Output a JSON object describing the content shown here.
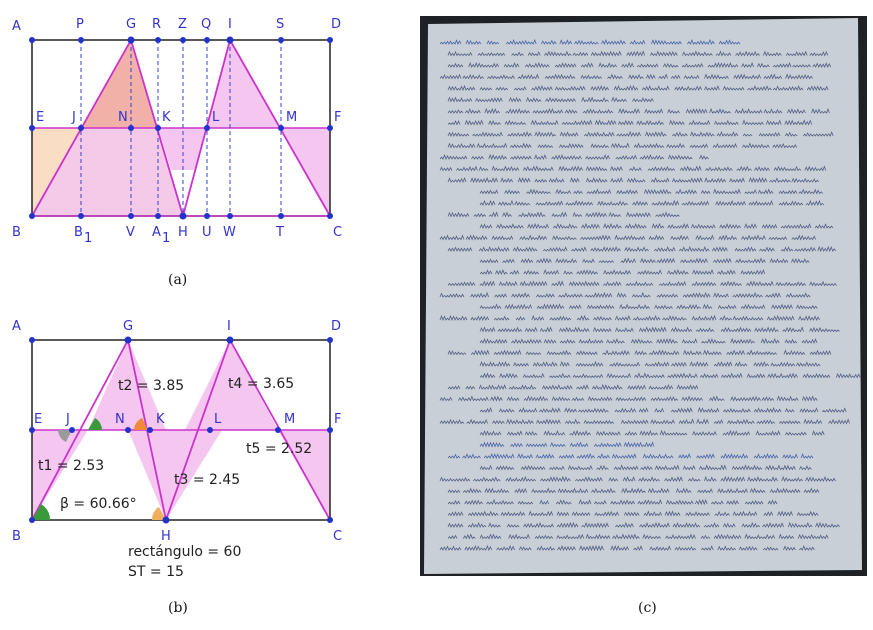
{
  "panel_a": {
    "caption": "(a)",
    "labels": {
      "A": "A",
      "P": "P",
      "G": "G",
      "R": "R",
      "Z": "Z",
      "Q": "Q",
      "I": "I",
      "S": "S",
      "D": "D",
      "E": "E",
      "J": "J",
      "N": "N",
      "K": "K",
      "L": "L",
      "M": "M",
      "F": "F",
      "B": "B",
      "B1": "B",
      "B1_sub": "1",
      "V": "V",
      "A1": "A",
      "A1_sub": "1",
      "H": "H",
      "U": "U",
      "W": "W",
      "T": "T",
      "C": "C"
    },
    "colors": {
      "frame": "#222222",
      "line": "#cc33cc",
      "dash": "#3344cc",
      "point": "#2233cc",
      "fill_pink": "#f5c6ef",
      "fill_peach": "#f9ddc4",
      "fill_red": "#f2b1a8"
    }
  },
  "panel_b": {
    "caption": "(b)",
    "labels": {
      "A": "A",
      "G": "G",
      "I": "I",
      "D": "D",
      "E": "E",
      "J": "J",
      "N": "N",
      "K": "K",
      "L": "L",
      "M": "M",
      "F": "F",
      "B": "B",
      "H": "H",
      "C": "C"
    },
    "measures": {
      "t1": "t1 = 2.53",
      "t2": "t2 = 3.85",
      "t3": "t3 = 2.45",
      "t4": "t4 = 3.65",
      "t5": "t5 = 2.52",
      "beta": "β = 60.66°",
      "rect": "rectángulo = 60",
      "st": "ST = 15"
    },
    "colors": {
      "angle_green": "#3a9a3a",
      "angle_gray": "#9a9a9a",
      "angle_orange": "#f08a3a"
    }
  },
  "panel_c": {
    "caption": "(c)",
    "colors": {
      "paper": "#c9cfd6",
      "ink": "#2a3a66",
      "background": "#1e2226"
    }
  }
}
